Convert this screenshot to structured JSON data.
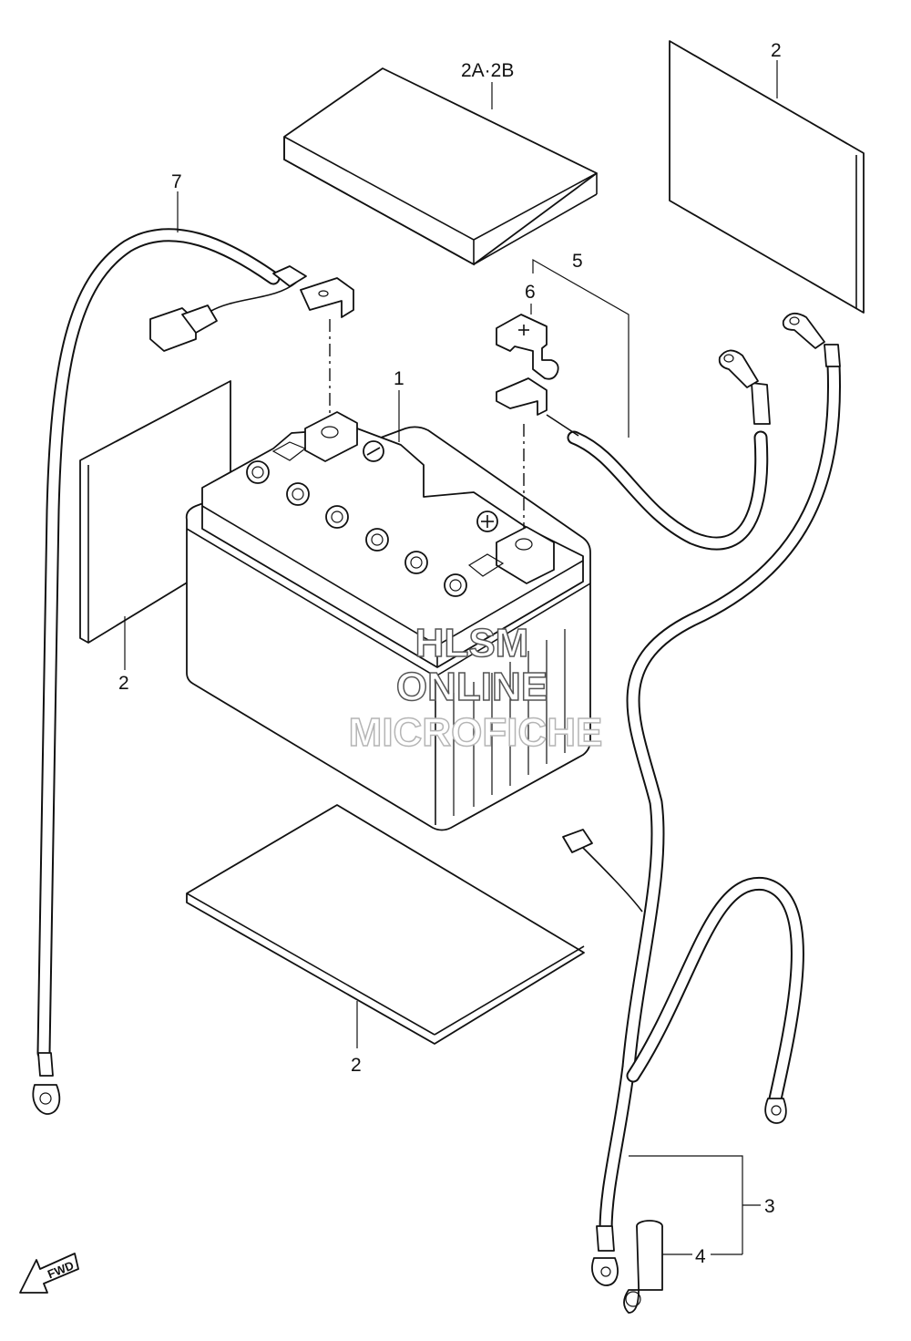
{
  "callouts": {
    "c_1": "1",
    "c_2_top_right": "2",
    "c_2a2b": "2A·2B",
    "c_2_left": "2",
    "c_2_bottom": "2",
    "c_3": "3",
    "c_4": "4",
    "c_5": "5",
    "c_6": "6",
    "c_7": "7"
  },
  "watermark": {
    "line1": "HLSM",
    "line2": "ONLINE",
    "line3": "MICROFICHE"
  },
  "direction_badge": "FWD"
}
